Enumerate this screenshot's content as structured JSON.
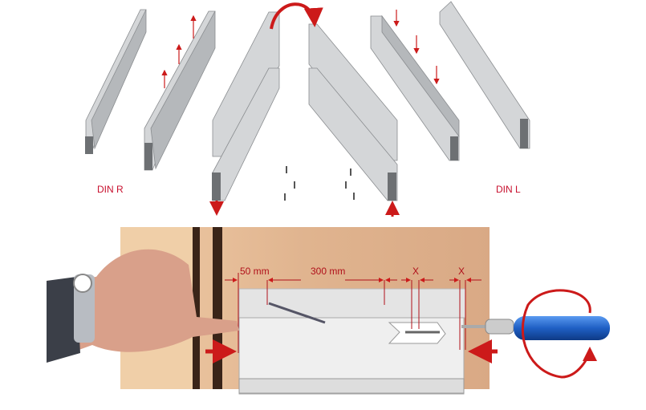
{
  "labels": {
    "din_r": "DIN R",
    "din_l": "DIN L"
  },
  "dimensions": {
    "offset": "50 mm",
    "spacing": "300 mm",
    "gap_1": "X",
    "gap_2": "X"
  },
  "colors": {
    "arrow": "#cc1a1a",
    "wood": "#e2b894",
    "screwdriver_handle": "#1f5fc4"
  }
}
